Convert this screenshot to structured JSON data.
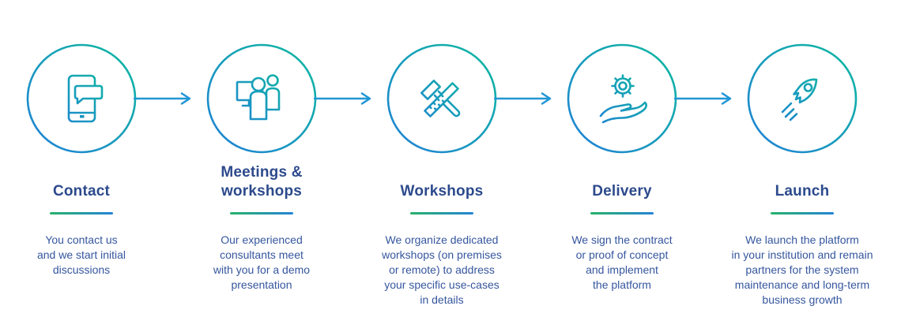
{
  "colors": {
    "blue": "#1e88d0",
    "teal": "#10b2a6",
    "arrow": "#2196d6",
    "divider_green": "#27b26a",
    "divider_blue": "#2383d6",
    "title": "#2c4a8c",
    "description": "#35569e"
  },
  "steps": [
    {
      "icon": "phone-chat-icon",
      "title": "Contact",
      "description": "You contact us\nand we start initial\ndiscussions"
    },
    {
      "icon": "presentation-people-icon",
      "title": "Meetings &\nworkshops",
      "description": "Our experienced\nconsultants meet\nwith you for a demo\npresentation"
    },
    {
      "icon": "hammer-ruler-icon",
      "title": "Workshops",
      "description": "We organize dedicated\nworkshops (on premises\nor remote) to address\nyour specific use-cases\nin details"
    },
    {
      "icon": "hand-gear-icon",
      "title": "Delivery",
      "description": "We sign the contract\nor proof of concept\nand implement\nthe platform"
    },
    {
      "icon": "rocket-icon",
      "title": "Launch",
      "description": "We launch the platform\nin your institution and remain\npartners for the system\nmaintenance and long-term\nbusiness growth"
    }
  ]
}
